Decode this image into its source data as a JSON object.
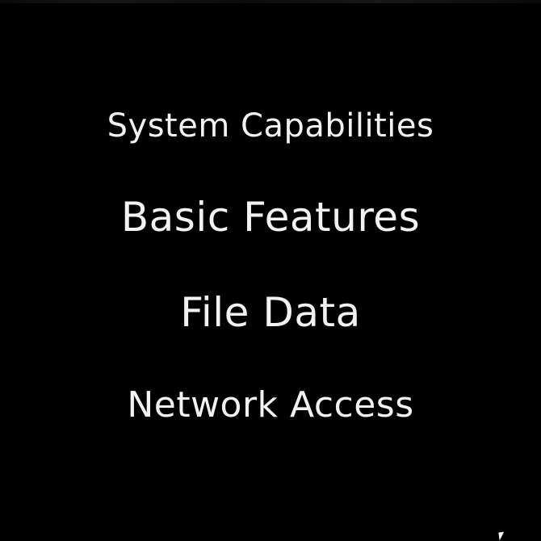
{
  "menu": {
    "items": [
      {
        "label": "System Capabilities"
      },
      {
        "label": "Basic Features"
      },
      {
        "label": "File Data"
      },
      {
        "label": "Network Access"
      }
    ]
  },
  "colors": {
    "background": "#000000",
    "text": "#f2f2f2"
  },
  "icons": {
    "cursor": "mouse-cursor-icon"
  }
}
